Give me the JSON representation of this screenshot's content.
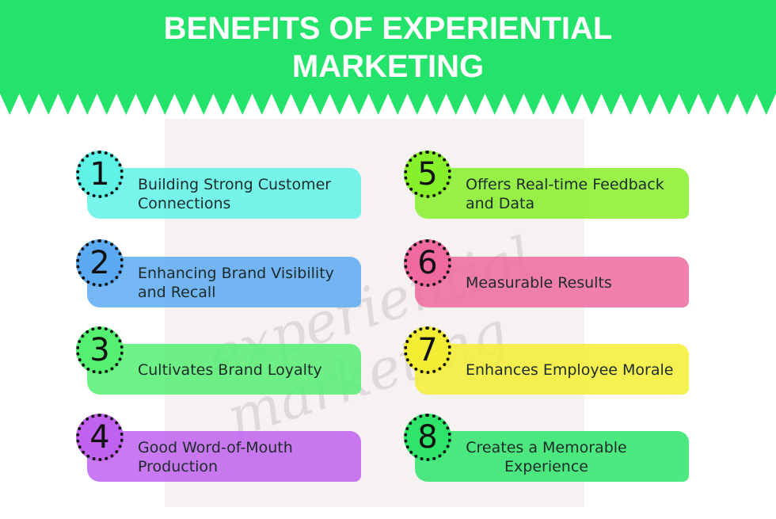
{
  "title": {
    "line1": "BENEFITS OF EXPERIENTIAL",
    "line2": "MARKETING"
  },
  "colors": {
    "header": "#23e36b"
  },
  "watermark": "experiential marketing",
  "items": [
    {
      "number": "1",
      "label": "Building Strong Customer Connections",
      "color": "#5ff3e6"
    },
    {
      "number": "2",
      "label": "Enhancing Brand Visibility and Recall",
      "color": "#5caaf2"
    },
    {
      "number": "3",
      "label": "Cultivates Brand Loyalty",
      "color": "#55ef72"
    },
    {
      "number": "4",
      "label": "Good Word-of-Mouth Production",
      "color": "#c062ef"
    },
    {
      "number": "5",
      "label": "Offers Real-time Feedback and Data",
      "color": "#86f02a"
    },
    {
      "number": "6",
      "label": "Measurable Results",
      "color": "#ef6a9e"
    },
    {
      "number": "7",
      "label": "Enhances Employee Morale",
      "color": "#f3ee33"
    },
    {
      "number": "8",
      "label": "Creates a Memorable Experience",
      "color": "#2ee56a"
    }
  ]
}
